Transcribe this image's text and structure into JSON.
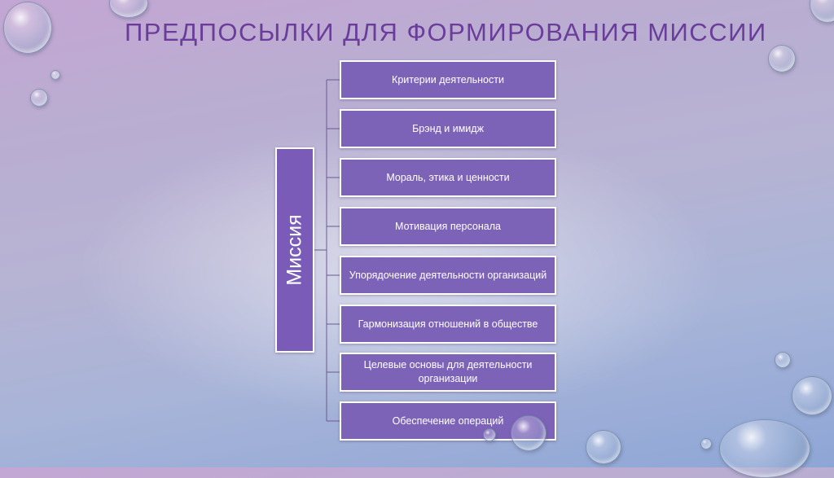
{
  "title": "ПРЕДПОСЫЛКИ ДЛЯ ФОРМИРОВАНИЯ МИССИИ",
  "diagram": {
    "root": "Миссия",
    "items": [
      "Критерии деятельности",
      "Брэнд и имидж",
      "Мораль, этика и ценности",
      "Мотивация персонала",
      "Упорядочение деятельности организаций",
      "Гармонизация отношений в обществе",
      "Целевые основы для деятельности организации",
      "Обеспечение операций"
    ]
  },
  "colors": {
    "title": "#6a3d9a",
    "box_fill": "#7c63b8",
    "root_fill": "#7a5cb8",
    "box_border": "#ffffff",
    "connector": "#6a5a8e"
  }
}
